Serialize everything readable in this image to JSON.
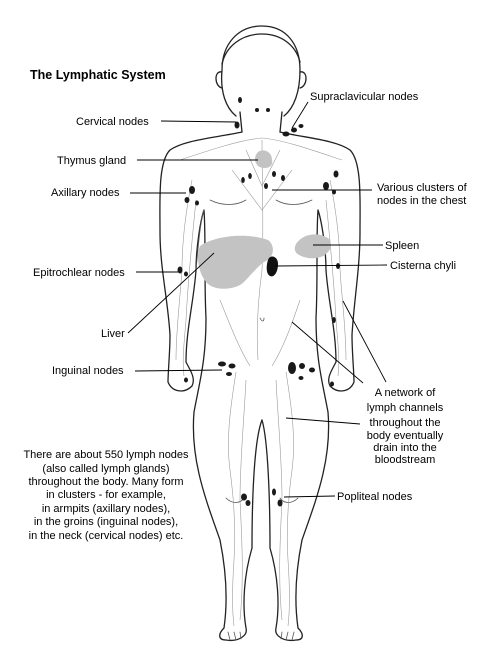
{
  "title": "The Lymphatic System",
  "labels": {
    "cervical": "Cervical nodes",
    "supraclavicular": "Supraclavicular nodes",
    "thymus": "Thymus gland",
    "axillary": "Axillary nodes",
    "various_1": "Various clusters of",
    "various_2": "nodes in the chest",
    "spleen": "Spleen",
    "epitrochlear": "Epitrochlear nodes",
    "cisterna": "Cisterna chyli",
    "liver": "Liver",
    "inguinal": "Inguinal nodes",
    "network_1": "A network of",
    "network_2": "lymph channels",
    "network_3": "throughout the",
    "network_4": "body eventually",
    "network_5": "drain into the",
    "network_6": "bloodstream",
    "popliteal": "Popliteal nodes"
  },
  "note": [
    "There are about 550 lymph nodes",
    "(also called lymph glands)",
    "throughout the body. Many form",
    "in clusters - for example,",
    "in armpits (axillary nodes),",
    "in the groins (inguinal nodes),",
    "in the neck (cervical nodes) etc."
  ],
  "colors": {
    "organ": "#c3c3c3",
    "node": "#1a1a1a",
    "outline": "#222222",
    "text": "#000000"
  }
}
